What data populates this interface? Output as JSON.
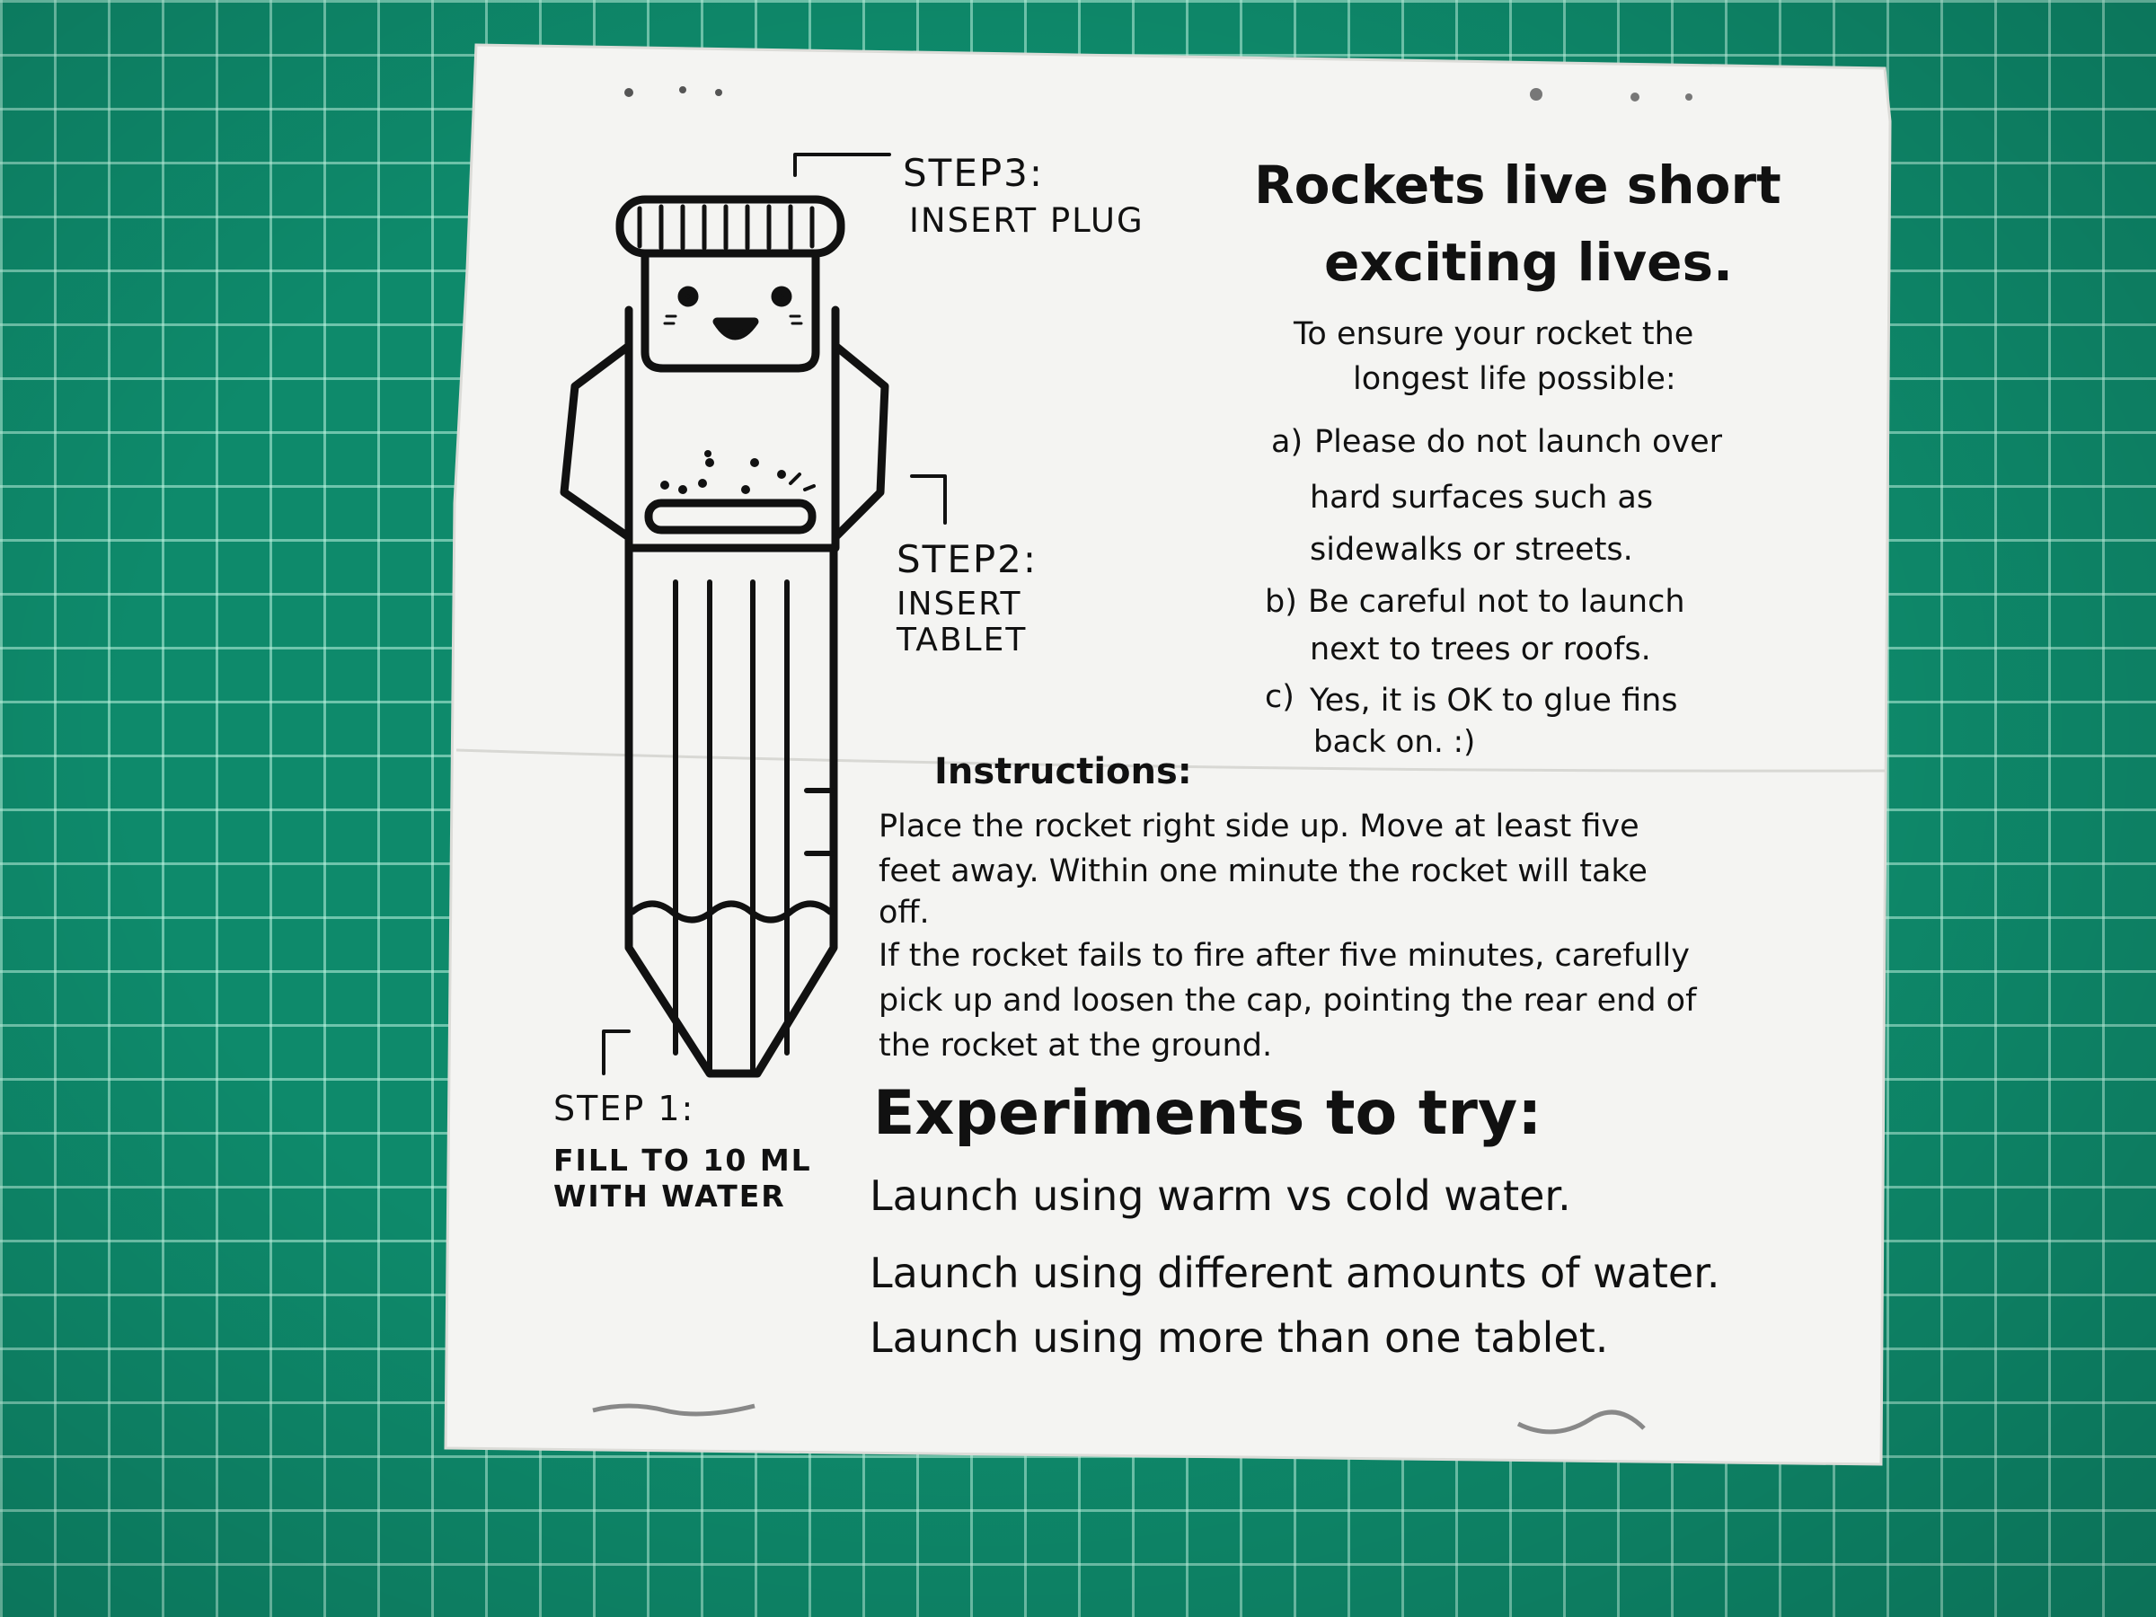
{
  "steps": {
    "step3": {
      "label": "STEP3:",
      "action": "INSERT PLUG"
    },
    "step2": {
      "label": "STEP2:",
      "action_line1": "INSERT",
      "action_line2": "TABLET"
    },
    "step1": {
      "label": "STEP 1:",
      "action_line1": "FILL TO 10 ML",
      "action_line2": "WITH WATER"
    }
  },
  "header": {
    "title_line1": "Rockets live short",
    "title_line2": "exciting lives."
  },
  "intro": {
    "line1": "To ensure your rocket the",
    "line2": "longest life possible:"
  },
  "tips": {
    "a_marker": "a)",
    "a_line1": "Please do not launch over",
    "a_line2": "hard surfaces such as",
    "a_line3": "sidewalks or streets.",
    "b_marker": "b)",
    "b_line1": "Be careful not to launch",
    "b_line2": "next to trees or roofs.",
    "c_marker": "c)",
    "c_line1": "Yes, it is OK to glue fins",
    "c_line2": "back on. :)"
  },
  "instructions": {
    "heading": "Instructions:",
    "line1": "Place the rocket right side up.  Move at least five",
    "line2": "feet away.  Within one minute the rocket will take",
    "line3": "off.",
    "line4": "If the rocket fails to fire after five minutes, carefully",
    "line5": "pick up and loosen the cap, pointing the rear end of",
    "line6": "the rocket at the ground."
  },
  "experiments": {
    "heading": "Experiments to try:",
    "items": [
      "Launch using warm vs cold water.",
      "Launch using different amounts of water.",
      "Launch using more than one tablet."
    ]
  },
  "colors": {
    "mat": "#0e8a6b",
    "grid": "#bff5e1",
    "paper": "#f4f4f2",
    "ink": "#111111"
  }
}
